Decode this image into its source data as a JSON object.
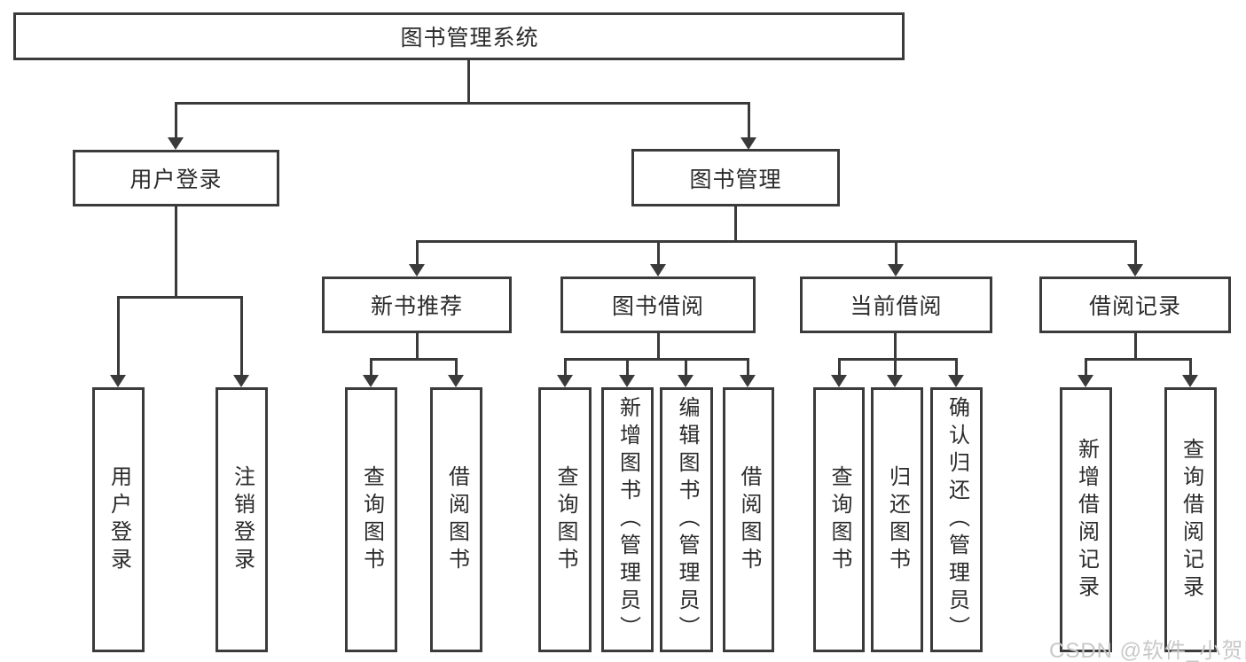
{
  "tree": {
    "label": "图书管理系统",
    "children": [
      {
        "label": "用户登录",
        "children": [
          {
            "label": "用户登录"
          },
          {
            "label": "注销登录"
          }
        ]
      },
      {
        "label": "图书管理",
        "children": [
          {
            "label": "新书推荐",
            "children": [
              {
                "label": "查询图书"
              },
              {
                "label": "借阅图书"
              }
            ]
          },
          {
            "label": "图书借阅",
            "children": [
              {
                "label": "查询图书"
              },
              {
                "label": "新增图书（管理员）"
              },
              {
                "label": "编辑图书（管理员）"
              },
              {
                "label": "借阅图书"
              }
            ]
          },
          {
            "label": "当前借阅",
            "children": [
              {
                "label": "查询图书"
              },
              {
                "label": "归还图书"
              },
              {
                "label": "确认归还（管理员）"
              }
            ]
          },
          {
            "label": "借阅记录",
            "children": [
              {
                "label": "新增借阅记录"
              },
              {
                "label": "查询借阅记录"
              }
            ]
          }
        ]
      }
    ]
  },
  "watermark": {
    "text": "CSDN @软件_小贺同学"
  },
  "colors": {
    "line": "#3a3a3a",
    "text": "#2b2b2b",
    "watermark": "#c8c8c8"
  }
}
